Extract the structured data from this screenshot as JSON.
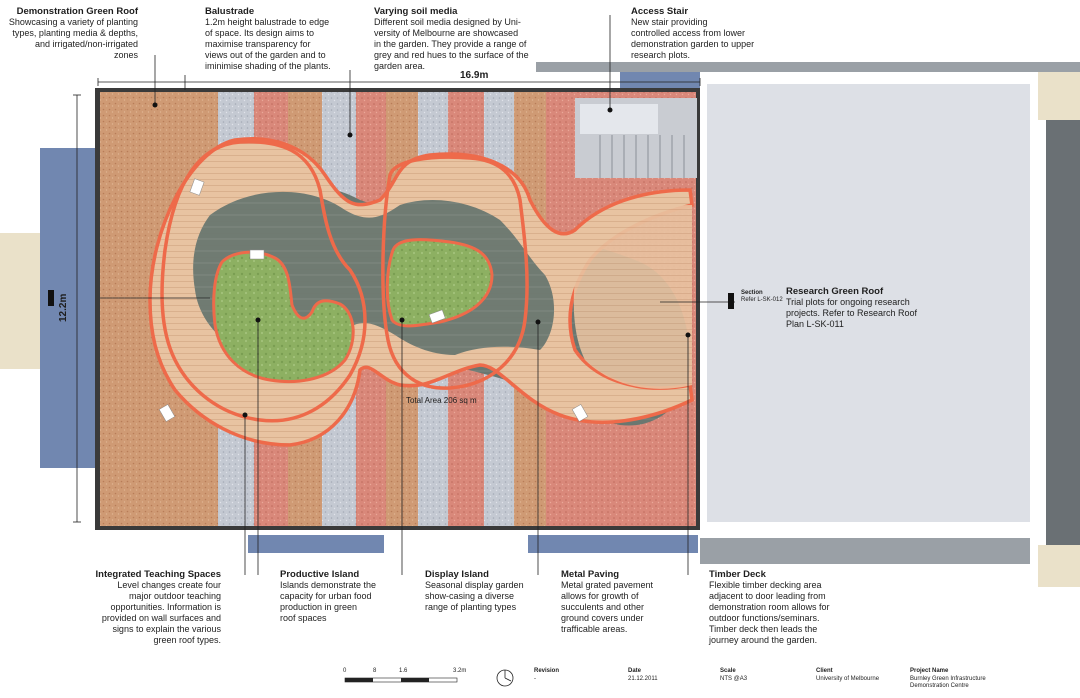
{
  "annotations": {
    "demo_roof": {
      "title": "Demonstration Green Roof",
      "body": "Showcasing  a variety of planting\ntypes, planting media & depths,\nand irrigated/non-irrigated\nzones"
    },
    "balustrade": {
      "title": "Balustrade",
      "body": "1.2m height balustrade to edge\nof space. Its design aims to\nmaximise transparency for\nviews out of the garden and to\niminimise shading of the plants."
    },
    "soil_media": {
      "title": "Varying soil media",
      "body": "Different soil media designed by Uni-\nversity of Melbourne are showcased\nin the garden.  They provide a range of\ngrey and red hues to the surface of the\ngarden area."
    },
    "access_stair": {
      "title": "Access  Stair",
      "body": "New stair providing\ncontrolled access from lower\ndemonstration garden to upper\nresearch plots."
    },
    "research_roof": {
      "title": "Research Green Roof",
      "body": "Trial plots for ongoing research\nprojects. Refer to Research Roof\nPlan L-SK-011"
    },
    "teaching": {
      "title": "Integrated Teaching Spaces",
      "body": "Level changes  create four\nmajor  outdoor teaching\nopportunities.  Information is\nprovided on wall surfaces and\nsigns to explain the various\ngreen roof types."
    },
    "productive": {
      "title": "Productive Island",
      "body": "Islands demonstrate the\ncapacity for urban food\nproduction in green\nroof spaces"
    },
    "display": {
      "title": "Display Island",
      "body": "Seasonal display garden\nshow-casing a diverse\nrange of planting types"
    },
    "metal": {
      "title": "Metal Paving",
      "body": "Metal grated pavement\nallows for growth of\nsucculents and other\nground covers under\ntrafficable areas."
    },
    "timber": {
      "title": "Timber Deck",
      "body": "Flexible timber decking area\nadjacent to door leading from\ndemonstration room allows for\noutdoor functions/seminars.\nTimber deck then leads the\njourney around the garden."
    }
  },
  "section": {
    "title": "Section",
    "ref": "Refer L-SK-012"
  },
  "dimensions": {
    "width": "16.9m",
    "height": "12.2m"
  },
  "total_area": "Total Area 206 sq m",
  "scale_bar": {
    "labels": [
      "0",
      "8",
      "1.6",
      "3.2m"
    ]
  },
  "footer": {
    "revision": {
      "label": "Revision",
      "value": "-"
    },
    "date": {
      "label": "Date",
      "value": "21.12.2011"
    },
    "scale": {
      "label": "Scale",
      "value": "NTS @A3"
    },
    "client": {
      "label": "Client",
      "value": "University of Melbourne"
    },
    "project": {
      "label": "Project Name",
      "value": "Burnley Green Infrastructure\nDemonstration Centre"
    }
  },
  "colors": {
    "outline": "#ee6a4a",
    "deck": "#e8c3a1",
    "lawn": "#8db062",
    "metal": "#6a7770",
    "soil_brown": "#cf9a74",
    "soil_red": "#d9887a",
    "soil_grey": "#c4c9d2",
    "research": "#dde0e6"
  }
}
